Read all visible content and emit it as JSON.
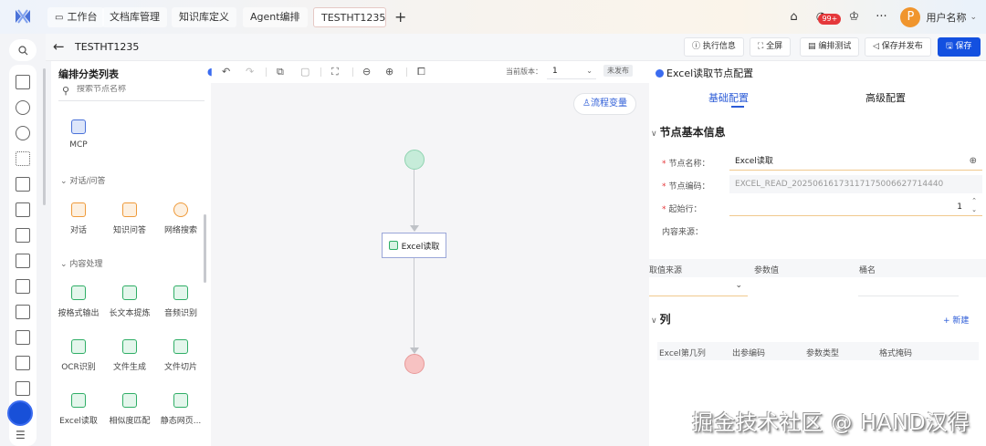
{
  "topbar": {
    "tabs": [
      {
        "label": "工作台",
        "icon": "monitor-icon"
      },
      {
        "label": "文档库管理"
      },
      {
        "label": "知识库定义"
      },
      {
        "label": "Agent编排"
      },
      {
        "label": "TESTHT1235",
        "active": true
      }
    ],
    "add_tab": "+",
    "notification_badge": "99+",
    "more": "···",
    "avatar_letter": "P",
    "user_name": "用户名称",
    "user_chevron": "⌄"
  },
  "subbar": {
    "back": "←",
    "title": "TESTHT1235",
    "buttons": {
      "exec_info": "ⓘ 执行信息",
      "fullscreen": "⛶ 全屏",
      "test": "▤ 编排测试",
      "save_publish": "◁ 保存并发布",
      "save": "🖫 保存"
    }
  },
  "category_panel": {
    "title": "编排分类列表",
    "search_placeholder": "搜索节点名称",
    "top_items": [
      {
        "label": "MCP",
        "color": "blue"
      }
    ],
    "sections": [
      {
        "title": "对话/问答",
        "items": [
          {
            "label": "对话"
          },
          {
            "label": "知识问答"
          },
          {
            "label": "网络搜索"
          }
        ]
      },
      {
        "title": "内容处理",
        "items": [
          {
            "label": "按格式输出"
          },
          {
            "label": "长文本提炼"
          },
          {
            "label": "音频识别"
          },
          {
            "label": "OCR识别"
          },
          {
            "label": "文件生成"
          },
          {
            "label": "文件切片"
          },
          {
            "label": "Excel读取"
          },
          {
            "label": "相似度匹配"
          },
          {
            "label": "静态网页..."
          }
        ]
      }
    ]
  },
  "toolbar": {
    "version_label": "当前版本：",
    "version_value": "1",
    "publish_status": "未发布"
  },
  "canvas": {
    "flow_variables": "♙流程变量",
    "node_label": "Excel读取"
  },
  "config": {
    "title": "Excel读取节点配置",
    "tabs": {
      "basic": "基础配置",
      "advanced": "高级配置"
    },
    "section_basic": "节点基本信息",
    "fields": {
      "name_label": "节点名称：",
      "name_value": "Excel读取",
      "code_label": "节点编码：",
      "code_value": "EXCEL_READ_20250616173117175006627714440",
      "start_row_label": "起始行：",
      "start_row_value": "1",
      "source_label": "内容来源："
    },
    "source_table": {
      "headers": [
        "取值来源",
        "参数值",
        "桶名"
      ]
    },
    "section_columns": "列",
    "new_button": "+ 新建",
    "columns_table": {
      "headers": [
        "Excel第几列",
        "出参编码",
        "参数类型",
        "格式掩码"
      ]
    }
  },
  "watermark": "掘金技术社区 @ HAND汉得",
  "colors": {
    "primary": "#1350e0",
    "link": "#2b5bd7",
    "green": "#2fae66",
    "orange": "#ef9a3a",
    "badge": "#e5383b",
    "avatar": "#f0952d"
  }
}
